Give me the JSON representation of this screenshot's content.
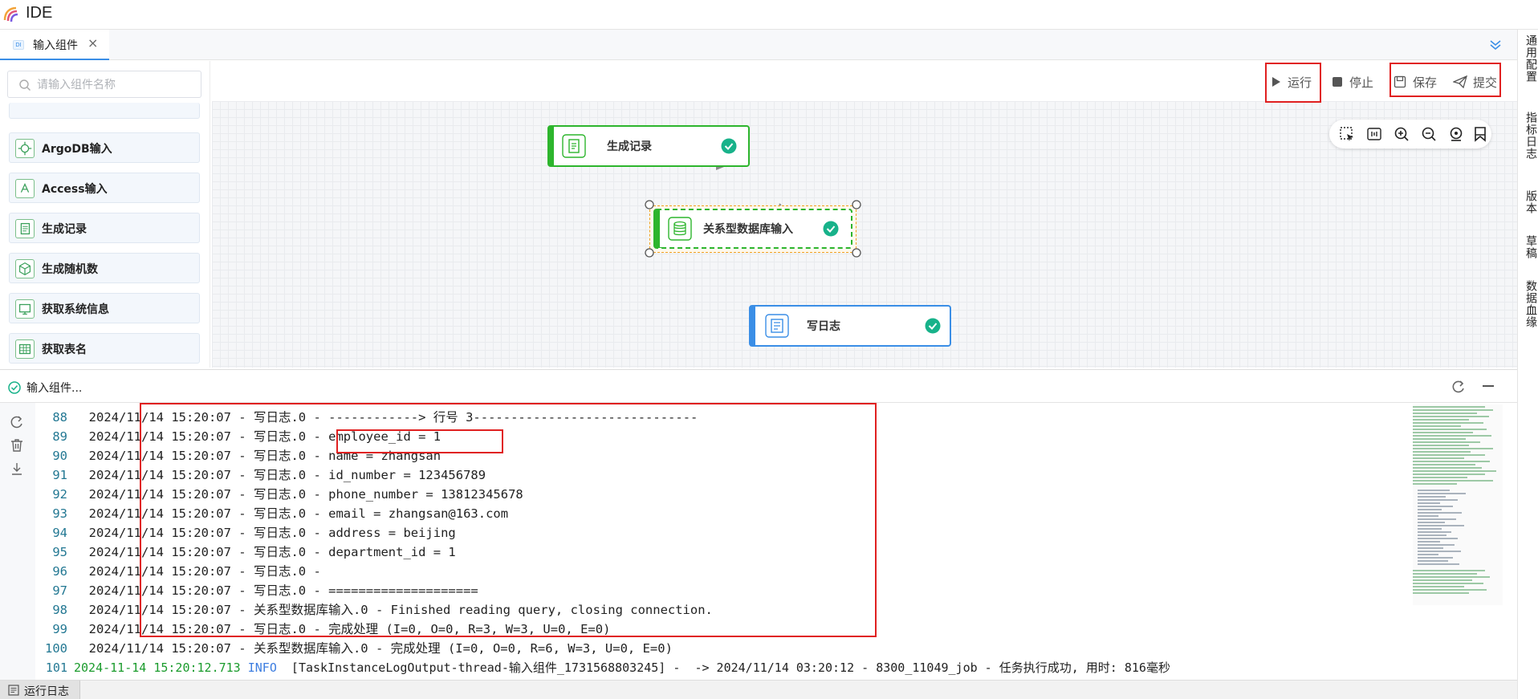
{
  "app": {
    "title": "IDE"
  },
  "tab": {
    "label": "输入组件",
    "icon_text": "DI"
  },
  "right_sidebar": [
    "通用配置",
    "指标日志",
    "版本",
    "草稿",
    "数据血缘"
  ],
  "left_panel": {
    "search_placeholder": "请输入组件名称",
    "components": [
      "ArgoDB输入",
      "Access输入",
      "生成记录",
      "生成随机数",
      "获取系统信息",
      "获取表名"
    ]
  },
  "toolbar": {
    "run": "运行",
    "stop": "停止",
    "save": "保存",
    "submit": "提交"
  },
  "nodes": {
    "generate": "生成记录",
    "rdb_input": "关系型数据库输入",
    "write_log": "写日志"
  },
  "log_panel": {
    "title": "输入组件...",
    "lines": [
      {
        "n": "88",
        "text": "  2024/11/14 15:20:07 - 写日志.0 - ------------> 行号 3------------------------------"
      },
      {
        "n": "89",
        "text": "  2024/11/14 15:20:07 - 写日志.0 - employee_id = 1"
      },
      {
        "n": "90",
        "text": "  2024/11/14 15:20:07 - 写日志.0 - name = zhangsan"
      },
      {
        "n": "91",
        "text": "  2024/11/14 15:20:07 - 写日志.0 - id_number = 123456789"
      },
      {
        "n": "92",
        "text": "  2024/11/14 15:20:07 - 写日志.0 - phone_number = 13812345678"
      },
      {
        "n": "93",
        "text": "  2024/11/14 15:20:07 - 写日志.0 - email = zhangsan@163.com"
      },
      {
        "n": "94",
        "text": "  2024/11/14 15:20:07 - 写日志.0 - address = beijing"
      },
      {
        "n": "95",
        "text": "  2024/11/14 15:20:07 - 写日志.0 - department_id = 1"
      },
      {
        "n": "96",
        "text": "  2024/11/14 15:20:07 - 写日志.0 -"
      },
      {
        "n": "97",
        "text": "  2024/11/14 15:20:07 - 写日志.0 - ===================="
      },
      {
        "n": "98",
        "text": "  2024/11/14 15:20:07 - 关系型数据库输入.0 - Finished reading query, closing connection."
      },
      {
        "n": "99",
        "text": "  2024/11/14 15:20:07 - 写日志.0 - 完成处理 (I=0, O=0, R=3, W=3, U=0, E=0)"
      },
      {
        "n": "100",
        "text": "  2024/11/14 15:20:07 - 关系型数据库输入.0 - 完成处理 (I=0, O=0, R=6, W=3, U=0, E=0)"
      }
    ],
    "line_101": {
      "n": "101",
      "ts": "2024-11-14 15:20:12.713",
      "level": "INFO",
      "text": "  [TaskInstanceLogOutput-thread-输入组件_1731568803245] -  -> 2024/11/14 03:20:12 - 8300_11049_job - 任务执行成功, 用时: 816毫秒"
    }
  },
  "statusbar": {
    "run_log": "运行日志"
  },
  "colors": {
    "accent": "#3a8ee6",
    "highlight": "#e02020",
    "node_green": "#2db52d",
    "node_blue": "#3a8ee6",
    "success": "#18b28a"
  }
}
